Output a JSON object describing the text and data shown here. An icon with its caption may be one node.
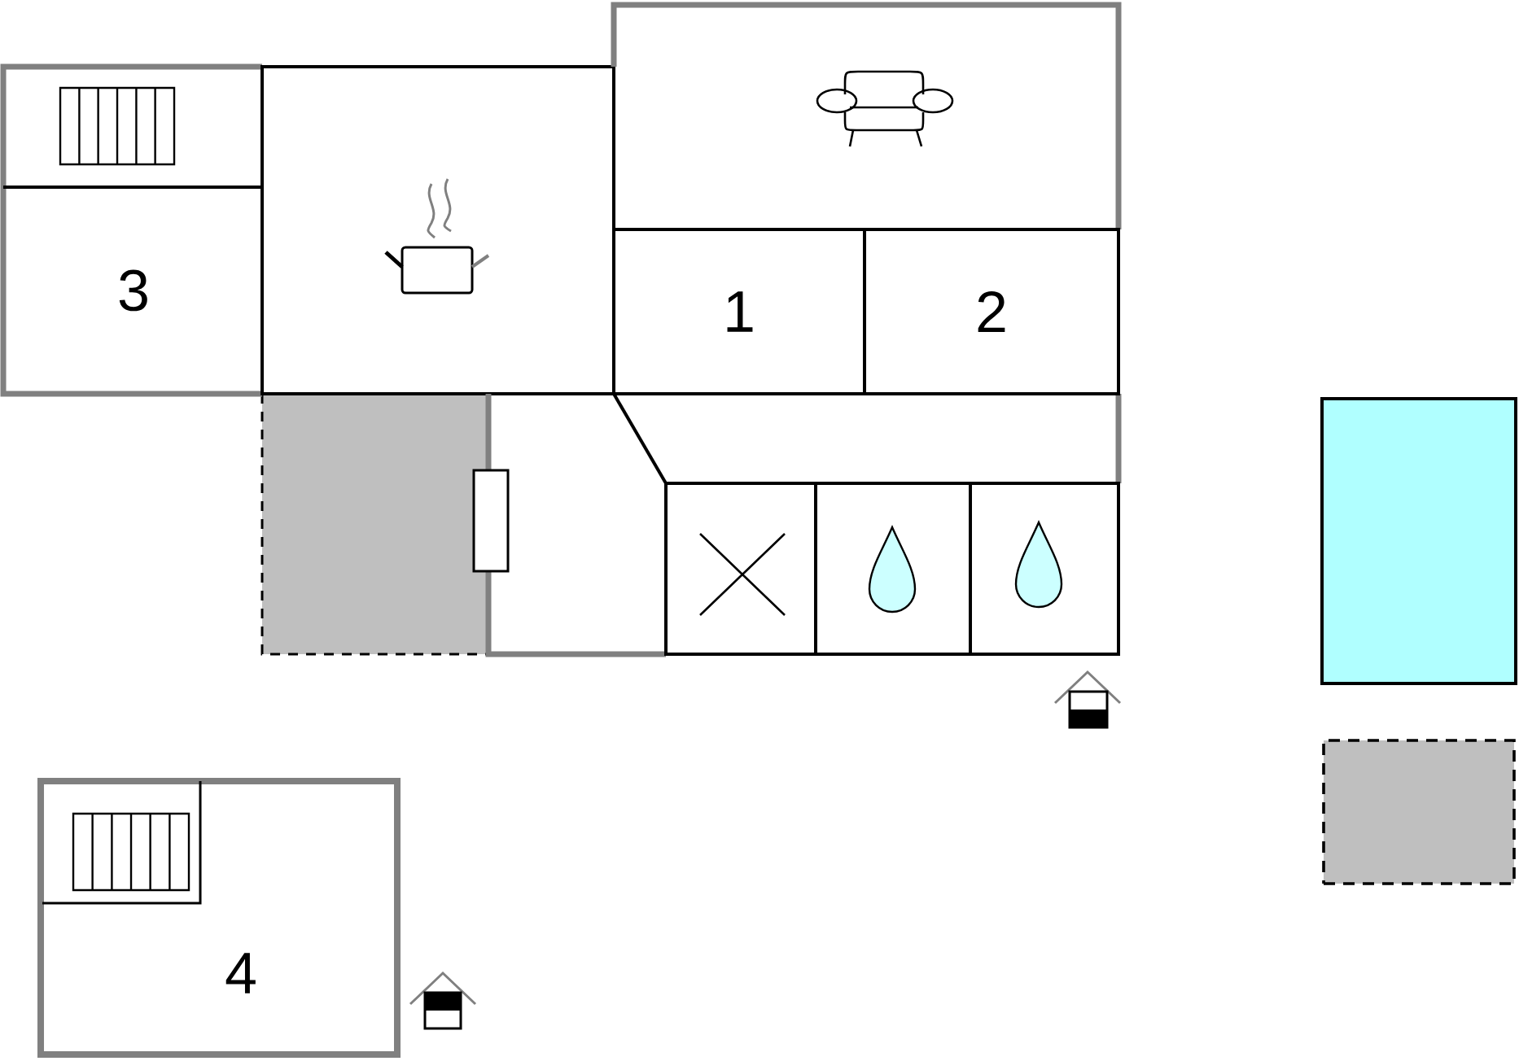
{
  "diagram": {
    "nodes": [
      {
        "text": [
          "3"
        ]
      },
      {
        "text": [
          "1"
        ]
      },
      {
        "text": [
          "2"
        ]
      },
      {
        "text": [
          "4"
        ]
      },
      {
        "text": [],
        "shape": "box"
      },
      {
        "text": [],
        "shape": "box"
      }
    ]
  }
}
